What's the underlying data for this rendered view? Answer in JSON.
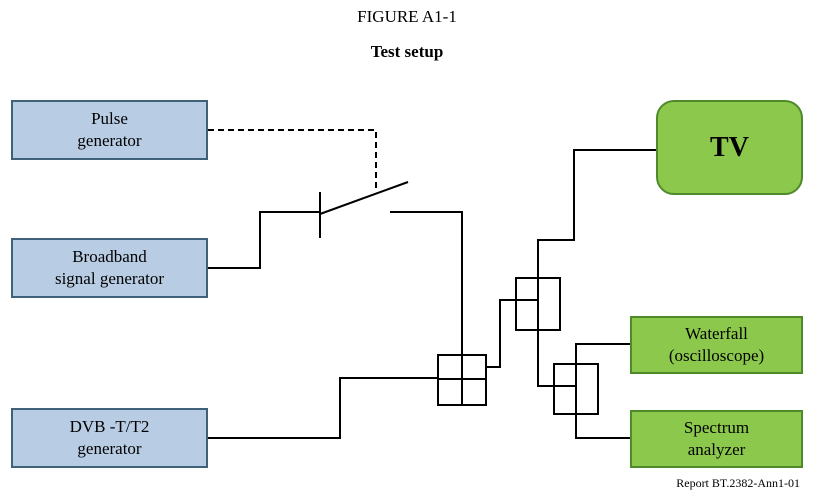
{
  "figure": {
    "number": "FIGURE A1-1",
    "title": "Test setup",
    "reference": "Report  BT.2382-Ann1-01"
  },
  "blocks": {
    "pulse_generator": {
      "line1": "Pulse",
      "line2": "generator"
    },
    "broadband_generator": {
      "line1": "Broadband",
      "line2": "signal generator"
    },
    "dvb_generator": {
      "line1": "DVB -T/T2",
      "line2": "generator"
    },
    "tv": {
      "label": "TV"
    },
    "waterfall": {
      "line1": "Waterfall",
      "line2": "(oscilloscope)"
    },
    "spectrum_analyzer": {
      "line1": "Spectrum",
      "line2": "analyzer"
    }
  },
  "colors": {
    "source_fill": "#b8cce4",
    "sink_fill": "#8cc84b",
    "line": "#000000"
  }
}
